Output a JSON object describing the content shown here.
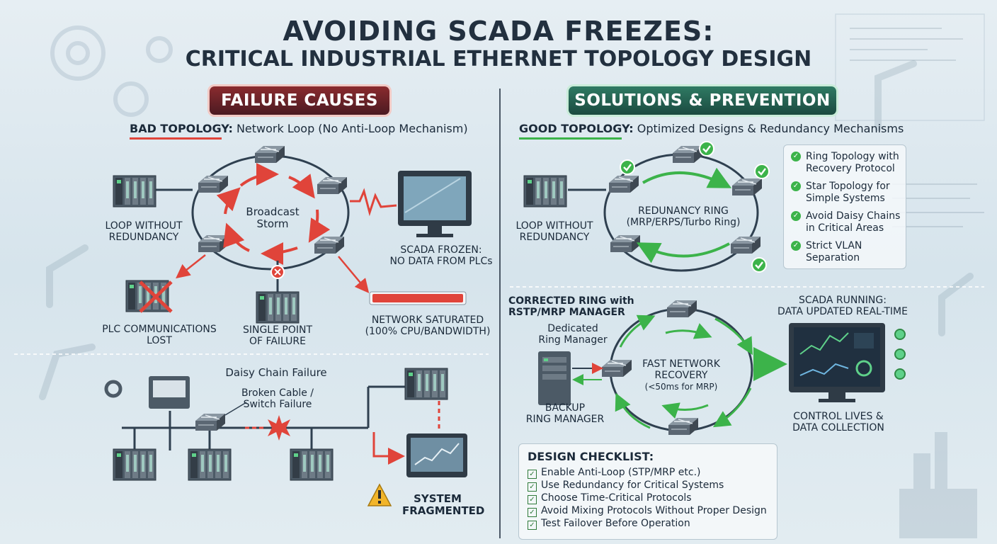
{
  "title": {
    "line1": "AVOIDING SCADA FREEZES:",
    "line2": "CRITICAL INDUSTRIAL ETHERNET TOPOLOGY DESIGN"
  },
  "left": {
    "header": "FAILURE CAUSES",
    "subtitle_bold": "BAD TOPOLOGY:",
    "subtitle_rest": " Network Loop (No Anti-Loop Mechanism)",
    "loop_label_l1": "LOOP WITHOUT",
    "loop_label_l2": "REDUNDANCY",
    "storm_l1": "Broadcast",
    "storm_l2": "Storm",
    "scada_frozen_l1": "SCADA FROZEN:",
    "scada_frozen_l2": "NO DATA FROM PLCs",
    "plc_lost_l1": "PLC COMMUNICATIONS",
    "plc_lost_l2": "LOST",
    "spof_l1": "SINGLE POINT",
    "spof_l2": "OF FAILURE",
    "saturated_l1": "NETWORK SATURATED",
    "saturated_l2": "(100% CPU/BANDWIDTH)",
    "daisy_title": "Daisy Chain Failure",
    "broken_l1": "Broken Cable /",
    "broken_l2": "Switch Failure",
    "fragmented_l1": "SYSTEM",
    "fragmented_l2": "FRAGMENTED"
  },
  "right": {
    "header": "SOLUTIONS & PREVENTION",
    "subtitle_bold": "GOOD TOPOLOGY:",
    "subtitle_rest": " Optimized Designs & Redundancy Mechanisms",
    "loop_label_l1": "LOOP WITHOUT",
    "loop_label_l2": "REDUNDANCY",
    "ring_l1": "REDUNANCY RING",
    "ring_l2": "(MRP/ERPS/Turbo Ring)",
    "checklist": [
      {
        "l1": "Ring Topology with",
        "l2": "Recovery Protocol"
      },
      {
        "l1": "Star Topology for",
        "l2": "Simple Systems"
      },
      {
        "l1": "Avoid Daisy Chains",
        "l2": "in Critical Areas"
      },
      {
        "l1": "Strict VLAN",
        "l2": "Separation"
      }
    ],
    "corrected_l1": "CORRECTED RING with",
    "corrected_l2": "RSTP/MRP MANAGER",
    "dedicated_l1": "Dedicated",
    "dedicated_l2": "Ring Manager",
    "backup_l1": "BACKUP",
    "backup_l2": "RING MANAGER",
    "recovery_l1": "FAST NETWORK",
    "recovery_l2": "RECOVERY",
    "recovery_l3": "(<50ms for MRP)",
    "scada_running_l1": "SCADA RUNNING:",
    "scada_running_l2": "DATA UPDATED REAL-TIME",
    "control_l1": "CONTROL LIVES &",
    "control_l2": "DATA COLLECTION",
    "design_title": "DESIGN CHECKLIST:",
    "design_items": [
      "Enable Anti-Loop (STP/MRP etc.)",
      "Use Redundancy for Critical Systems",
      "Choose Time-Critical Protocols",
      "Avoid Mixing Protocols Without Proper Design",
      "Test Failover Before Operation"
    ]
  },
  "colors": {
    "red": "#e0443a",
    "green": "#3cb34a",
    "dark": "#22303f",
    "panel": "#4c5a66"
  }
}
